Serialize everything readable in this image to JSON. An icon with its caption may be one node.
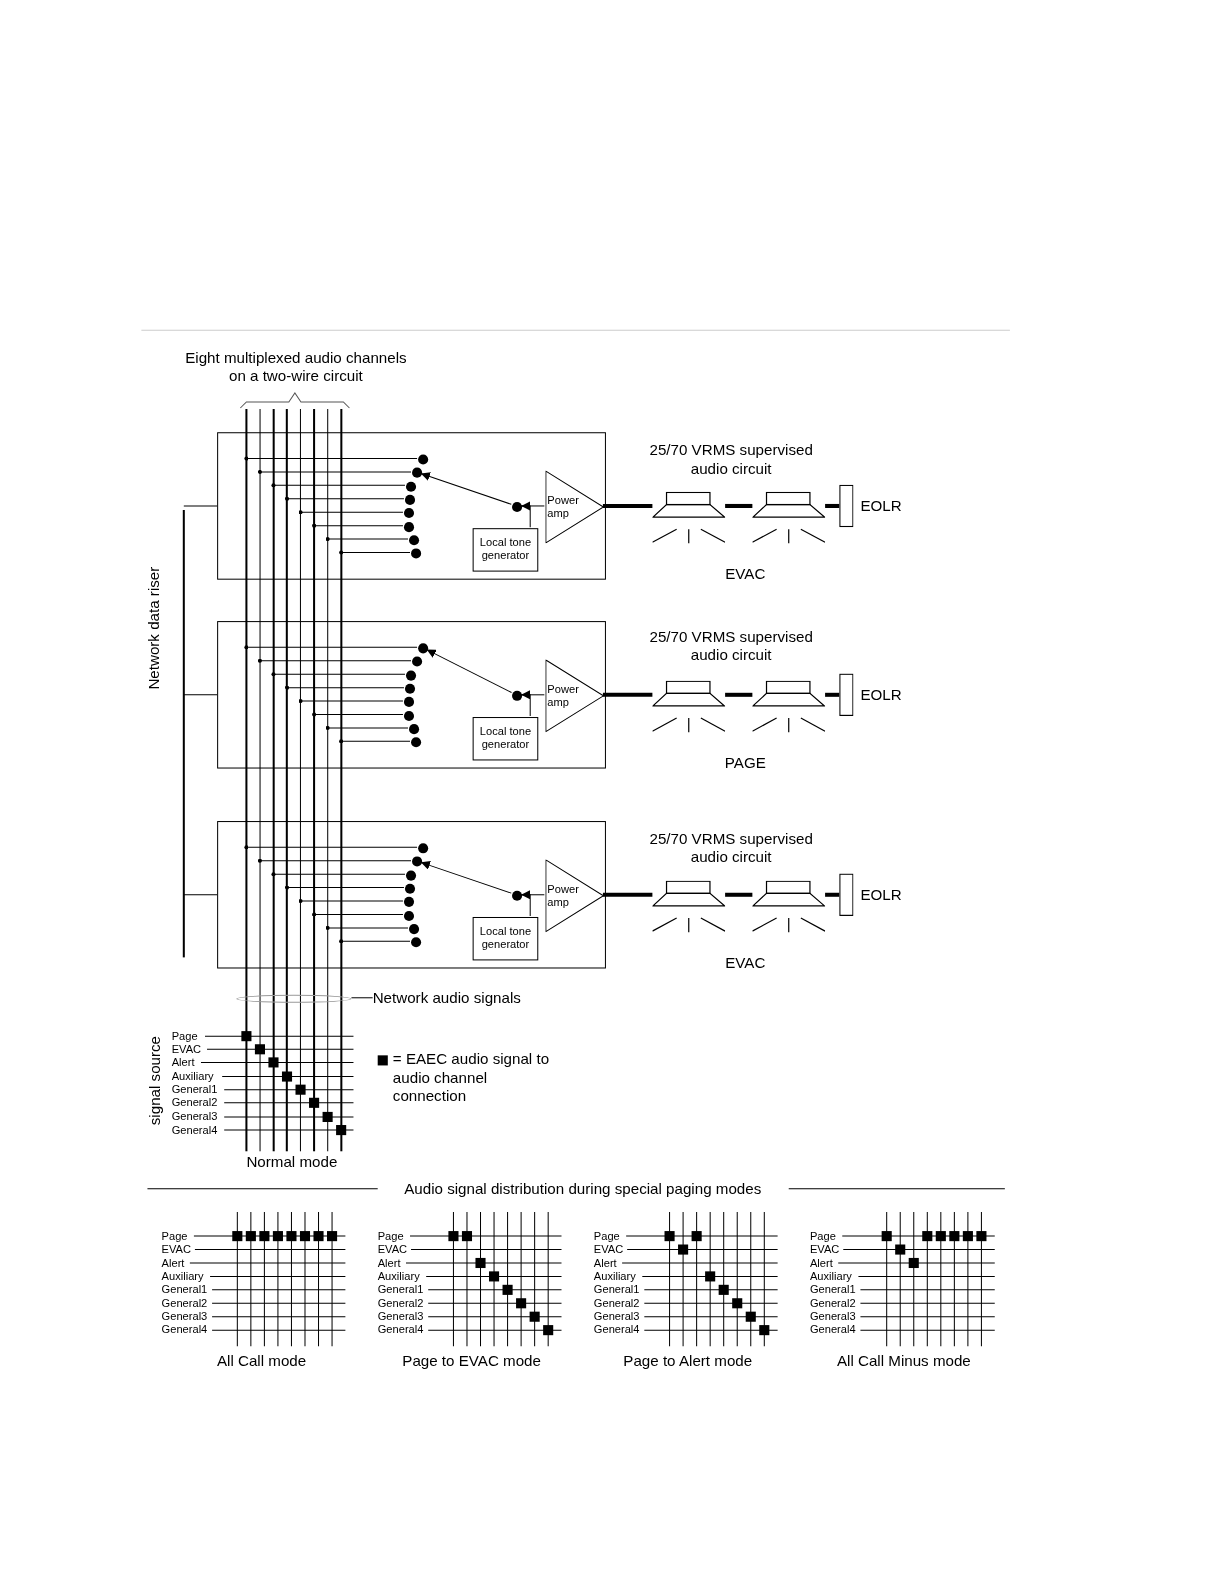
{
  "diagram": {
    "nodes": [
      {
        "text": [],
        "shape": "bar"
      },
      {
        "text": [],
        "shape": "bar"
      },
      {
        "text": [],
        "shape": "bar"
      },
      {
        "text": [],
        "shape": "bar"
      },
      {
        "text": [],
        "shape": "bar"
      },
      {
        "text": [],
        "shape": "bar"
      },
      {
        "text": [],
        "shape": "bar"
      },
      {
        "text": [],
        "shape": "bar"
      },
      {
        "text": [],
        "shape": "box"
      },
      {
        "text": [
          "Power amp"
        ],
        "in": 8
      },
      {
        "text": [
          "Local tone generator"
        ],
        "in": 8
      },
      {
        "text": [],
        "shape": "circle",
        "in": 8
      },
      {
        "text": [],
        "shape": "circle",
        "in": 8
      },
      {
        "text": [],
        "shape": "circle",
        "in": 8
      },
      {
        "text": [],
        "shape": "circle",
        "in": 8
      },
      {
        "text": [],
        "shape": "circle",
        "in": 8
      },
      {
        "text": [],
        "shape": "circle",
        "in": 8
      },
      {
        "text": [],
        "shape": "circle",
        "in": 8
      },
      {
        "text": [],
        "shape": "circle",
        "in": 8
      },
      {
        "text": [],
        "shape": "circle",
        "in": 8
      },
      {
        "text": [],
        "shape": "speaker"
      },
      {
        "text": [],
        "shape": "speaker"
      },
      {
        "text": [
          "EOLR"
        ]
      },
      {
        "text": [],
        "shape": "box"
      },
      {
        "text": [
          "Power amp"
        ],
        "in": 23
      },
      {
        "text": [
          "Local tone generator"
        ],
        "in": 23
      },
      {
        "text": [],
        "shape": "circle",
        "in": 23
      },
      {
        "text": [],
        "shape": "circle",
        "in": 23
      },
      {
        "text": [],
        "shape": "circle",
        "in": 23
      },
      {
        "text": [],
        "shape": "circle",
        "in": 23
      },
      {
        "text": [],
        "shape": "circle",
        "in": 23
      },
      {
        "text": [],
        "shape": "circle",
        "in": 23
      },
      {
        "text": [],
        "shape": "circle",
        "in": 23
      },
      {
        "text": [],
        "shape": "circle",
        "in": 23
      },
      {
        "text": [],
        "shape": "circle",
        "in": 23
      },
      {
        "text": [],
        "shape": "speaker"
      },
      {
        "text": [],
        "shape": "speaker"
      },
      {
        "text": [
          "EOLR"
        ]
      },
      {
        "text": [],
        "shape": "box"
      },
      {
        "text": [
          "Power amp"
        ],
        "in": 38
      },
      {
        "text": [
          "Local tone generator"
        ],
        "in": 38
      },
      {
        "text": [],
        "shape": "circle",
        "in": 38
      },
      {
        "text": [],
        "shape": "circle",
        "in": 38
      },
      {
        "text": [],
        "shape": "circle",
        "in": 38
      },
      {
        "text": [],
        "shape": "circle",
        "in": 38
      },
      {
        "text": [],
        "shape": "circle",
        "in": 38
      },
      {
        "text": [],
        "shape": "circle",
        "in": 38
      },
      {
        "text": [],
        "shape": "circle",
        "in": 38
      },
      {
        "text": [],
        "shape": "circle",
        "in": 38
      },
      {
        "text": [],
        "shape": "circle",
        "in": 38
      },
      {
        "text": [],
        "shape": "speaker"
      },
      {
        "text": [],
        "shape": "speaker"
      },
      {
        "text": [
          "EOLR"
        ]
      },
      {
        "text": [],
        "shape": "bar",
        "beside": [
          "Network data riser"
        ]
      },
      {
        "text": [
          "Network audio signals"
        ]
      },
      {
        "text": [],
        "shape": "ellipse"
      }
    ],
    "edges": [
      {
        "from": 10,
        "to": 11,
        "arrow": "to"
      },
      {
        "from": 11,
        "to": 13,
        "arrow": "to"
      },
      {
        "from": 11,
        "to": 9,
        "arrow": "none"
      },
      {
        "from": 9,
        "to": 20,
        "arrow": "none",
        "style": "thick"
      },
      {
        "from": 20,
        "to": 21,
        "arrow": "none",
        "style": "thick"
      },
      {
        "from": 21,
        "to": 22,
        "arrow": "none",
        "style": "thick"
      },
      {
        "from": 0,
        "to": 12,
        "arrow": "other"
      },
      {
        "from": 1,
        "to": 13,
        "arrow": "other"
      },
      {
        "from": 2,
        "to": 14,
        "arrow": "other"
      },
      {
        "from": 3,
        "to": 15,
        "arrow": "other"
      },
      {
        "from": 4,
        "to": 16,
        "arrow": "other"
      },
      {
        "from": 5,
        "to": 17,
        "arrow": "other"
      },
      {
        "from": 6,
        "to": 18,
        "arrow": "other"
      },
      {
        "from": 7,
        "to": 19,
        "arrow": "other"
      },
      {
        "from": 25,
        "to": 26,
        "arrow": "to"
      },
      {
        "from": 26,
        "to": 27,
        "arrow": "to"
      },
      {
        "from": 26,
        "to": 24,
        "arrow": "none"
      },
      {
        "from": 24,
        "to": 35,
        "arrow": "none",
        "style": "thick"
      },
      {
        "from": 35,
        "to": 36,
        "arrow": "none",
        "style": "thick"
      },
      {
        "from": 36,
        "to": 37,
        "arrow": "none",
        "style": "thick"
      },
      {
        "from": 0,
        "to": 27,
        "arrow": "other"
      },
      {
        "from": 1,
        "to": 28,
        "arrow": "other"
      },
      {
        "from": 2,
        "to": 29,
        "arrow": "other"
      },
      {
        "from": 3,
        "to": 30,
        "arrow": "other"
      },
      {
        "from": 4,
        "to": 31,
        "arrow": "other"
      },
      {
        "from": 5,
        "to": 32,
        "arrow": "other"
      },
      {
        "from": 6,
        "to": 33,
        "arrow": "other"
      },
      {
        "from": 7,
        "to": 34,
        "arrow": "other"
      },
      {
        "from": 40,
        "to": 41,
        "arrow": "to"
      },
      {
        "from": 41,
        "to": 43,
        "arrow": "to"
      },
      {
        "from": 41,
        "to": 39,
        "arrow": "none"
      },
      {
        "from": 39,
        "to": 50,
        "arrow": "none",
        "style": "thick"
      },
      {
        "from": 50,
        "to": 51,
        "arrow": "none",
        "style": "thick"
      },
      {
        "from": 51,
        "to": 52,
        "arrow": "none",
        "style": "thick"
      },
      {
        "from": 0,
        "to": 42,
        "arrow": "other"
      },
      {
        "from": 1,
        "to": 43,
        "arrow": "other"
      },
      {
        "from": 2,
        "to": 44,
        "arrow": "other"
      },
      {
        "from": 3,
        "to": 45,
        "arrow": "other"
      },
      {
        "from": 4,
        "to": 46,
        "arrow": "other"
      },
      {
        "from": 5,
        "to": 47,
        "arrow": "other"
      },
      {
        "from": 6,
        "to": 48,
        "arrow": "other"
      },
      {
        "from": 7,
        "to": 49,
        "arrow": "other"
      },
      {
        "from": 53,
        "to": 8,
        "arrow": "none"
      },
      {
        "from": 53,
        "to": 23,
        "arrow": "none"
      },
      {
        "from": 53,
        "to": 38,
        "arrow": "none"
      },
      {
        "from": 54,
        "to": 55,
        "arrow": "none"
      }
    ],
    "labels": [
      "Eight multiplexed audio channels on a two-wire circuit",
      "25/70 VRMS supervised audio circuit",
      "EVAC",
      "25/70 VRMS supervised audio circuit",
      "PAGE",
      "25/70 VRMS supervised audio circuit",
      "EVAC",
      "signal source",
      "Page",
      "EVAC",
      "Alert",
      "Auxiliary",
      "General1",
      "General2",
      "General3",
      "General4",
      "Normal mode",
      "Audio signal distribution during special paging modes",
      "Page",
      "EVAC",
      "Alert",
      "Auxiliary",
      "General1",
      "General2",
      "General3",
      "General4",
      "All Call mode",
      "Page",
      "EVAC",
      "Alert",
      "Auxiliary",
      "General1",
      "General2",
      "General3",
      "General4",
      "Page to EVAC mode",
      "Page",
      "EVAC",
      "Alert",
      "Auxiliary",
      "General1",
      "General2",
      "General3",
      "General4",
      "Page to Alert mode",
      "Page",
      "EVAC",
      "Alert",
      "Auxiliary",
      "General1",
      "General2",
      "General3",
      "General4",
      "All Call Minus mode"
    ],
    "legend": [
      {
        "text": "= EAEC audio signal to audio channel connection",
        "color": "#000000"
      }
    ]
  }
}
